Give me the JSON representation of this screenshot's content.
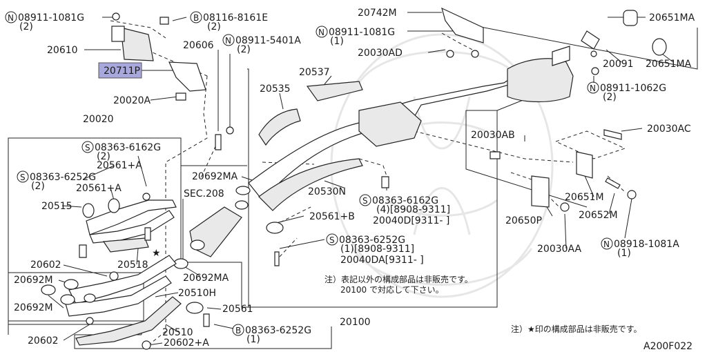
{
  "labels": {
    "n08911_1081g_a": "08911-1081G",
    "n08911_1081g_a_q": "(2)",
    "b08116_8161e": "08116-8161E",
    "b08116_8161e_q": "(2)",
    "p20742m": "20742M",
    "p20651ma_a": "20651MA",
    "p20610": "20610",
    "p20606": "20606",
    "n08911_5401a": "08911-5401A",
    "n08911_5401a_q": "(2)",
    "n08911_1081g_b": "08911-1081G",
    "n08911_1081g_b_q": "(1)",
    "p20030ad": "20030AD",
    "p20711p": "20711P",
    "p20091": "20091",
    "p20651ma_b": "20651MA",
    "p20537": "20537",
    "p20535": "20535",
    "p20020a": "20020A",
    "n08911_1062g": "08911-1062G",
    "n08911_1062g_q": "(2)",
    "p20020": "20020",
    "p20030ab": "20030AB",
    "p20030ac": "20030AC",
    "s08363_6162g_a": "08363-6162G",
    "s08363_6162g_a_q": "(2)",
    "p20561a_1": "20561+A",
    "p20692ma_a": "20692MA",
    "s08363_6252g_a": "08363-6252G",
    "s08363_6252g_a_q": "(2)",
    "p20561a_2": "20561+A",
    "sec208": "SEC.208",
    "p20530n": "20530N",
    "p20651m": "20651M",
    "s08363_6162g_b": "08363-6162G",
    "s08363_6162g_b_q": "(4)[8908-9311]",
    "p20040d": "20040D[9311-   ]",
    "p20515": "20515",
    "p20561b": "20561+B",
    "p20650p": "20650P",
    "p20652m": "20652M",
    "s08363_6252g_b": "08363-6252G",
    "s08363_6252g_b_q": "(1)[8908-9311]",
    "p20040da": "20040DA[9311-   ]",
    "p20518": "20518",
    "p20030aa": "20030AA",
    "n08918_1081a": "08918-1081A",
    "n08918_1081a_q": "(1)",
    "p20602_a": "20602",
    "p20692m_a": "20692M",
    "p20692ma_b": "20692MA",
    "note_1": "注）表記以外の構成部品は非販売です。",
    "note_2": "20100 で対応して下さい。",
    "p20692m_b": "20692M",
    "p20510h": "20510H",
    "p20561": "20561",
    "p20100": "20100",
    "p20510": "20510",
    "b08363_6252g": "08363-6252G",
    "b08363_6252g_q": "(1)",
    "p20602_b": "20602",
    "p20602a": "20602+A",
    "footnote": "注）★印の構成部品は非販売です。",
    "drawing_code": "A200F022",
    "star": "★",
    "sym_n": "N",
    "sym_b": "B",
    "sym_s": "S"
  },
  "colors": {
    "highlight": "#a8a8dc",
    "line": "#222222",
    "text": "#1a1a1a",
    "watermark": "#e6e6e6"
  }
}
